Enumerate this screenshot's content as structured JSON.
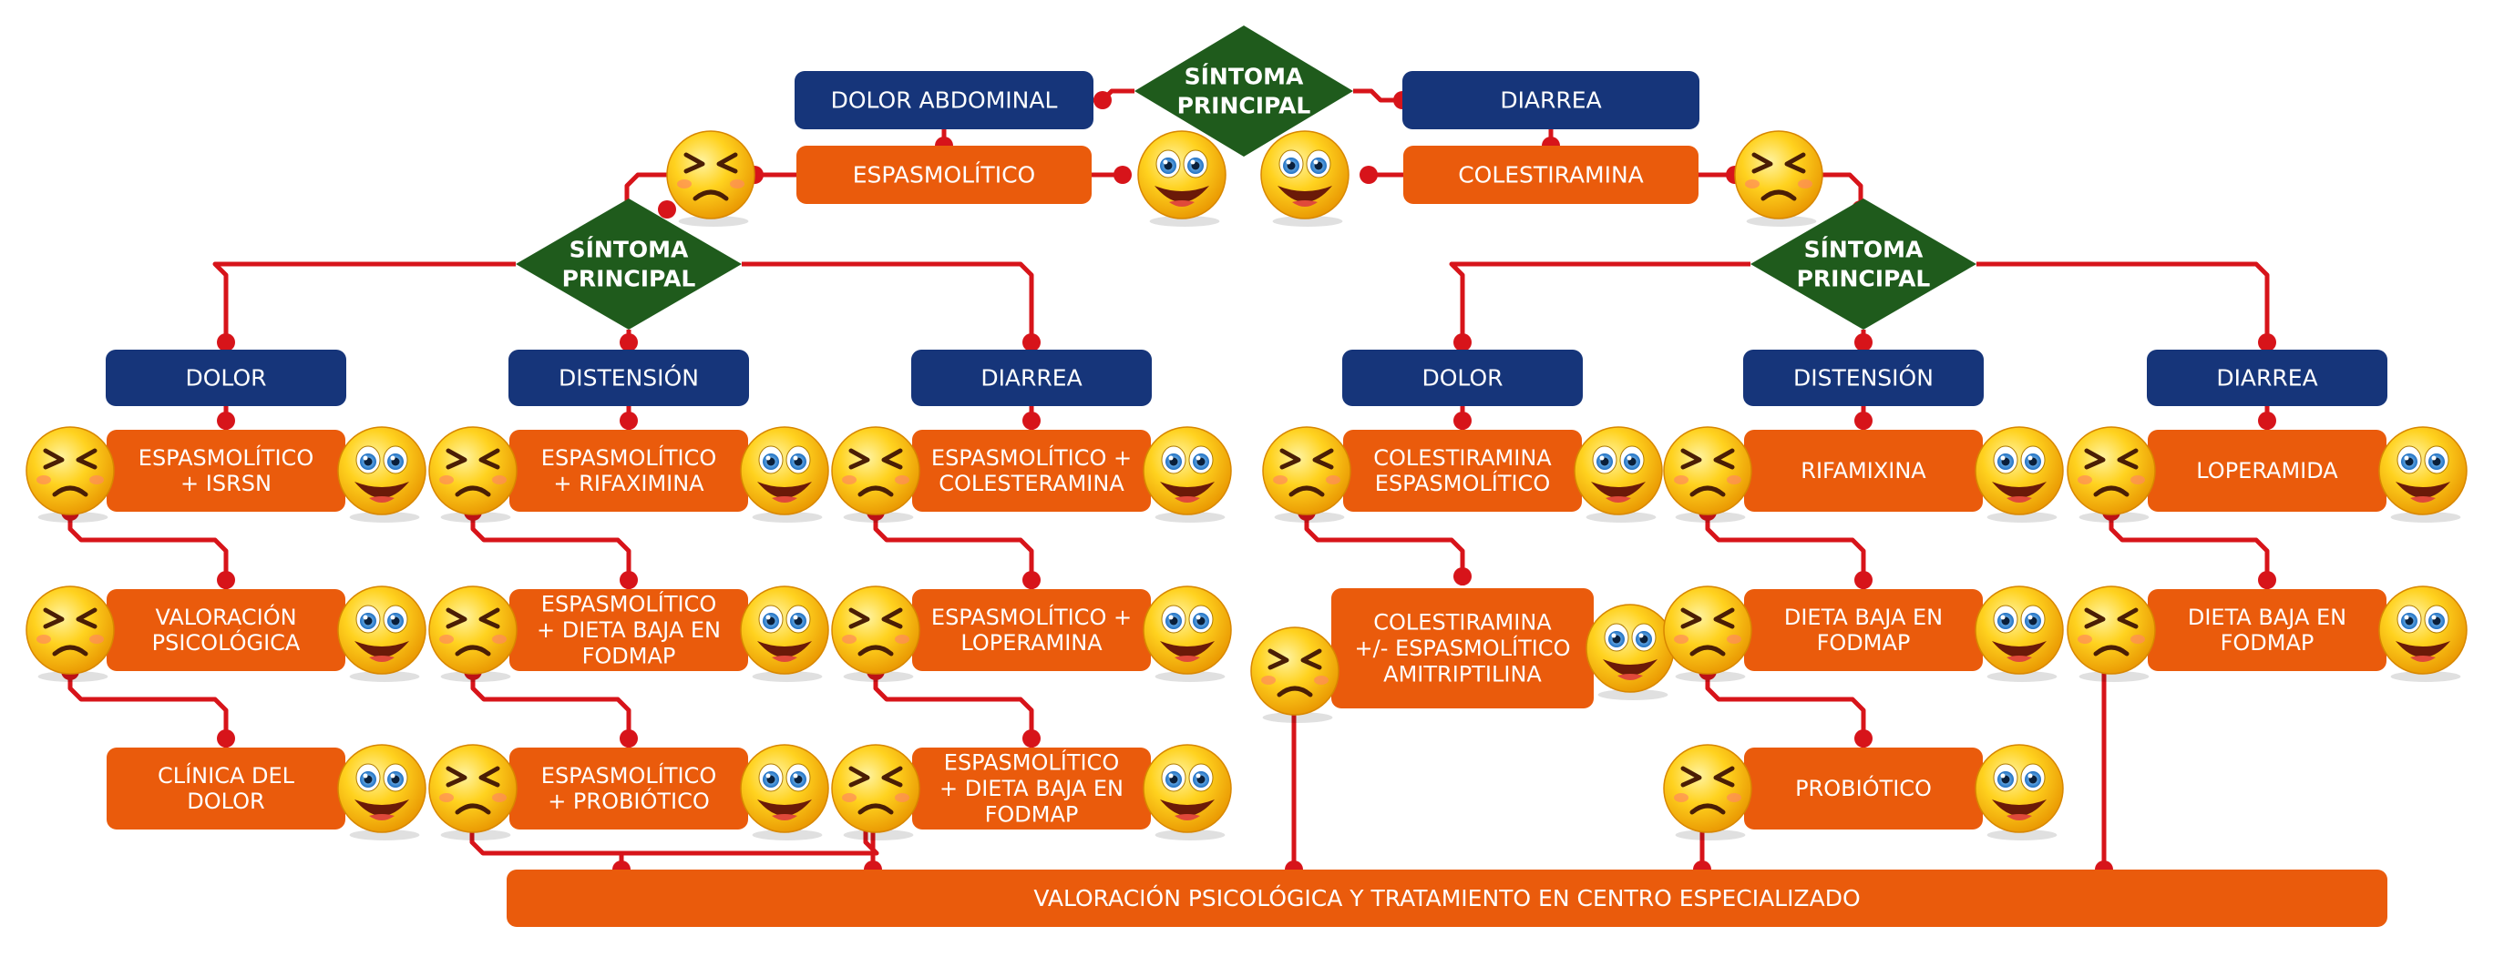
{
  "colors": {
    "line": "#d7141a",
    "blue": "#16357a",
    "orange": "#ea5b0c",
    "green": "#1f5b1c",
    "face": "#f6b400"
  },
  "top": {
    "diamond": {
      "line1": "SÍNTOMA",
      "line2": "PRINCIPAL"
    },
    "left": {
      "header": "DOLOR ABDOMINAL",
      "treatment": "ESPASMOLÍTICO"
    },
    "right": {
      "header": "DIARREA",
      "treatment": "COLESTIRAMINA"
    }
  },
  "left": {
    "diamond": {
      "line1": "SÍNTOMA",
      "line2": "PRINCIPAL"
    },
    "columns": [
      {
        "header": "DOLOR",
        "steps": [
          [
            "ESPASMOLÍTICO",
            "+ ISRSN"
          ],
          [
            "VALORACIÓN",
            "PSICOLÓGICA"
          ],
          [
            "CLÍNICA DEL",
            "DOLOR"
          ]
        ]
      },
      {
        "header": "DISTENSIÓN",
        "steps": [
          [
            "ESPASMOLÍTICO",
            "+ RIFAXIMINA"
          ],
          [
            "ESPASMOLÍTICO",
            "+ DIETA BAJA EN",
            "FODMAP"
          ],
          [
            "ESPASMOLÍTICO",
            "+ PROBIÓTICO"
          ]
        ]
      },
      {
        "header": "DIARREA",
        "steps": [
          [
            "ESPASMOLÍTICO +",
            "COLESTERAMINA"
          ],
          [
            "ESPASMOLÍTICO +",
            "LOPERAMINA"
          ],
          [
            "ESPASMOLÍTICO",
            "+ DIETA BAJA EN",
            "FODMAP"
          ]
        ]
      }
    ]
  },
  "right": {
    "diamond": {
      "line1": "SÍNTOMA",
      "line2": "PRINCIPAL"
    },
    "columns": [
      {
        "header": "DOLOR",
        "steps": [
          [
            "COLESTIRAMINA",
            "ESPASMOLÍTICO"
          ],
          [
            "COLESTIRAMINA",
            "+/- ESPASMOLÍTICO",
            "AMITRIPTILINA"
          ]
        ]
      },
      {
        "header": "DISTENSIÓN",
        "steps": [
          [
            "RIFAMIXINA"
          ],
          [
            "DIETA BAJA EN",
            "FODMAP"
          ],
          [
            "PROBIÓTICO"
          ]
        ]
      },
      {
        "header": "DIARREA",
        "steps": [
          [
            "LOPERAMIDA"
          ],
          [
            "DIETA BAJA EN",
            "FODMAP"
          ]
        ]
      }
    ]
  },
  "bottom": {
    "label": "VALORACIÓN PSICOLÓGICA Y TRATAMIENTO EN CENTRO ESPECIALIZADO"
  }
}
